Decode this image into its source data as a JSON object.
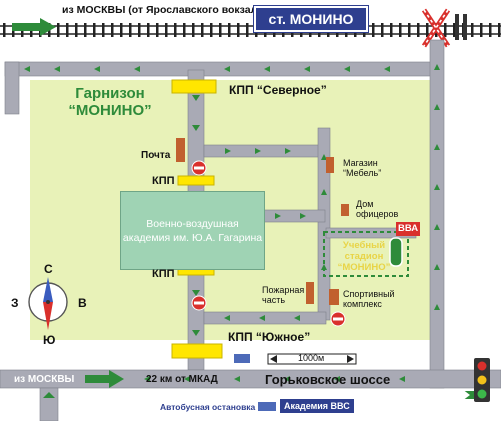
{
  "map": {
    "top_direction": "из МОСКВЫ (от Ярославского вокзала)",
    "station": "ст. МОНИНО",
    "garrison_line1": "Гарнизон",
    "garrison_line2": "“МОНИНО”",
    "kpp_north": "КПП “Северное”",
    "kpp_south": "КПП “Южное”",
    "kpp_upper": "КПП",
    "kpp_lower": "КПП",
    "post_office": "Почта",
    "shop_line1": "Магазин",
    "shop_line2": "“Мебель”",
    "officers_house_line1": "Дом",
    "officers_house_line2": "офицеров",
    "academy_line1": "Военно-воздушная",
    "academy_line2": "академия им. Ю.А. Гагарина",
    "vva": "ВВА",
    "stadium_line1": "Учебный",
    "stadium_line2": "стадион",
    "stadium_line3": "“МОНИНО”",
    "fire_station_line1": "Пожарная",
    "fire_station_line2": "часть",
    "sports_line1": "Спортивный",
    "sports_line2": "комплекс",
    "scale": "1000м",
    "bottom_direction": "из МОСКВЫ",
    "mkad_distance": "22 км от МКАД",
    "highway": "Горьковское шоссе",
    "bus_stop": "Автобусная остановка",
    "bus_stop_name": "Академия ВВС",
    "compass_n": "С",
    "compass_s": "Ю",
    "compass_w": "З",
    "compass_e": "В"
  },
  "colors": {
    "territory": "#e8f2b8",
    "road": "#a9aab5",
    "arrow": "#2e8b3a",
    "building": "#c1602e",
    "academy": "#9fd3b4",
    "sign": "#2e3f8f",
    "checkpoint": "#ffe600",
    "no_entry": "#d9302c"
  }
}
